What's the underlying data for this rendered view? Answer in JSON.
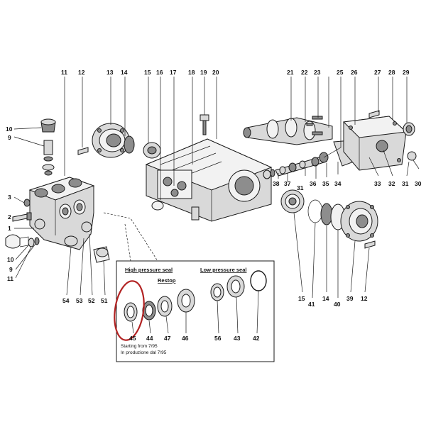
{
  "diagram": {
    "labels": {
      "n1": "1",
      "n2": "2",
      "n3": "3",
      "n9a": "9",
      "n9b": "9",
      "n10a": "10",
      "n10b": "10",
      "n11a": "11",
      "n11b": "11",
      "n12a": "12",
      "n12b": "12",
      "n13": "13",
      "n14a": "14",
      "n14b": "14",
      "n15a": "15",
      "n15b": "15",
      "n16": "16",
      "n17": "17",
      "n18": "18",
      "n19": "19",
      "n20": "20",
      "n21": "21",
      "n22": "22",
      "n23": "23",
      "n25": "25",
      "n26": "26",
      "n27": "27",
      "n28": "28",
      "n29": "29",
      "n30": "30",
      "n31a": "31",
      "n31b": "31",
      "n32": "32",
      "n33": "33",
      "n34": "34",
      "n35": "35",
      "n36": "36",
      "n37": "37",
      "n38": "38",
      "n39": "39",
      "n40": "40",
      "n41": "41",
      "n42": "42",
      "n43": "43",
      "n44": "44",
      "n45": "45",
      "n46": "46",
      "n47": "47",
      "n51": "51",
      "n52": "52",
      "n53": "53",
      "n54": "54",
      "n56": "56"
    },
    "inset": {
      "high_pressure_title": "High pressure seal",
      "restop_title": "Restop",
      "low_pressure_title": "Low pressure seal",
      "note_line1": "Starting from 7/95",
      "note_line2": "In produzione dal 7/95"
    },
    "highlight_color": "#b22222"
  }
}
